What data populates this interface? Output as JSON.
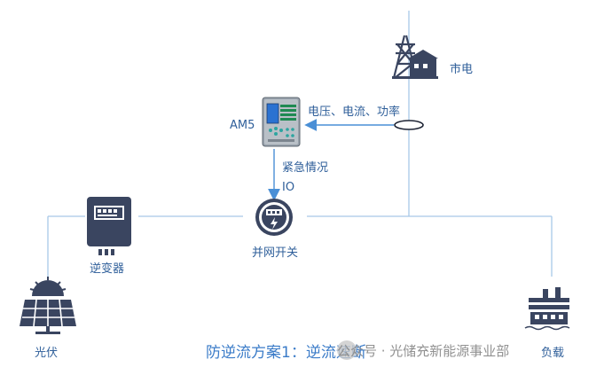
{
  "labels": {
    "grid": "市电",
    "measurement": "电压、电流、功率",
    "controller": "AM5",
    "emergency": "紧急情况",
    "io": "IO",
    "grid_switch": "并网开关",
    "inverter": "逆变器",
    "pv": "光伏",
    "load": "负载"
  },
  "title": "防逆流方案1：逆流速断",
  "watermark": "公众号 · 光储充新能源事业部",
  "colors": {
    "line": "#a8c8e8",
    "arrow": "#4a8fd6",
    "icon_dark": "#3a4560",
    "text": "#2f5f9a",
    "title": "#3a7bc8"
  },
  "icons": {
    "grid": "transmission-tower-icon",
    "controller": "protection-relay-icon",
    "grid_switch": "meter-switch-icon",
    "inverter": "inverter-icon",
    "pv": "solar-panel-icon",
    "load": "factory-icon",
    "ct": "current-transformer-icon"
  }
}
